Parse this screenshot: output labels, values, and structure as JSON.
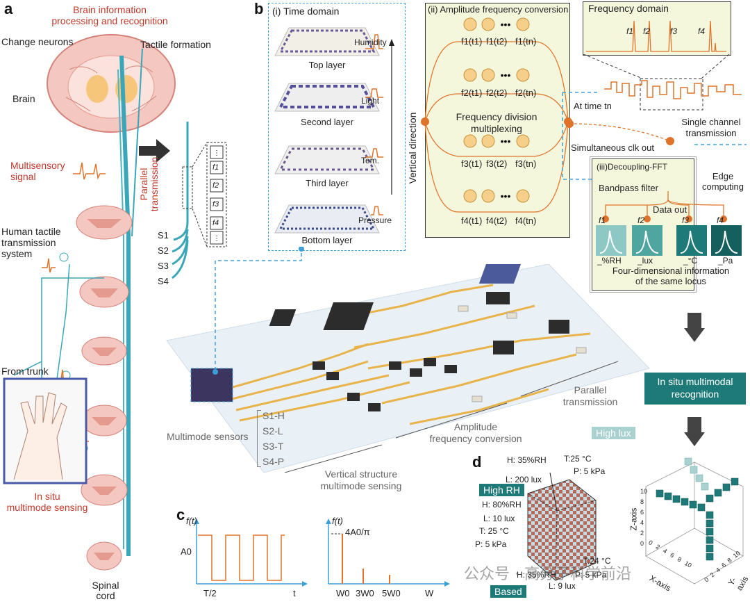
{
  "panel_a": {
    "label": "a",
    "brain_title": "Brain information\nprocessing and recognition",
    "change_neurons": "Change neurons",
    "tactile_formation": "Tactile formation",
    "brain": "Brain",
    "multisensory_signal": "Multisensory\nsignal",
    "parallel_transmission": "Parallel\ntransmission",
    "human_tactile": "Human tactile\ntransmission\nsystem",
    "from_trunk": "From trunk",
    "in_situ_sensing": "In situ\nmultimode sensing",
    "spinal_cord": "Spinal\ncord",
    "signals": [
      "S1",
      "S2",
      "S3",
      "S4"
    ],
    "freq_boxes": [
      "f1",
      "f2",
      "f3",
      "f4"
    ]
  },
  "panel_b": {
    "label": "b",
    "time_domain": "(i) Time domain",
    "layers": [
      {
        "name": "Top layer",
        "sensor": "Humidity"
      },
      {
        "name": "Second layer",
        "sensor": "Light"
      },
      {
        "name": "Third layer",
        "sensor": "Tem."
      },
      {
        "name": "Bottom layer",
        "sensor": "Pressure"
      }
    ],
    "vertical_direction": "Vertical direction",
    "amplitude_freq_conv": "(ii) Amplitude frequency conversion",
    "fdm": "Frequency division\nmultiplexing",
    "freq_rows": [
      [
        "f1(t1)",
        "f1(t2)",
        "f1(tn)"
      ],
      [
        "f2(t1)",
        "f2(t2)",
        "f2(tn)"
      ],
      [
        "f3(t1)",
        "f3(t2)",
        "f3(tn)"
      ],
      [
        "f4(t1)",
        "f4(t2)",
        "f4(tn)"
      ]
    ],
    "frequency_domain": "Frequency domain",
    "freq_peaks": [
      "f1",
      "f2",
      "f3",
      "f4"
    ],
    "at_time": "At time tn",
    "single_channel": "Single channel\ntransmission",
    "clk_out": "Simultaneous clk out",
    "decoupling": "(iii)Decoupling-FFT",
    "edge_computing": "Edge\ncomputing",
    "bandpass": "Bandpass filter",
    "data_out": "Data out",
    "filter_labels": [
      "f1",
      "f2",
      "f3",
      "f4"
    ],
    "units": [
      "_%RH",
      "_lux",
      "_°C",
      "_Pa"
    ],
    "four_dim": "Four-dimensional information\nof the same locus",
    "multimode_sensors": "Multimode sensors",
    "sensor_signals": [
      "S1-H",
      "S2-L",
      "S3-T",
      "S4-P"
    ],
    "vertical_structure": "Vertical structure\nmultimode sensing",
    "amp_freq_conversion": "Amplitude\nfrequency conversion",
    "parallel_transmission": "Parallel\ntransmission",
    "in_situ_recognition": "In situ multimodal\nrecognition"
  },
  "panel_c": {
    "label": "c",
    "left_ylabel": "f(t)",
    "left_amp": "A0",
    "left_xtick": "T/2",
    "left_xlabel": "t",
    "right_ylabel": "f(t)",
    "right_amp": "4A0/π",
    "right_xticks": [
      "W0",
      "3W0",
      "5W0"
    ],
    "right_xlabel": "W"
  },
  "panel_d": {
    "label": "d",
    "high_lux": "High lux",
    "high_rh": "High RH",
    "based": "Based",
    "high_lux_values": [
      "H: 35%RH",
      "T:25 °C",
      "L: 200 lux",
      "P: 5 kPa"
    ],
    "high_rh_values": [
      "H: 80%RH",
      "L: 10 lux",
      "T: 25 °C",
      "P: 5 kPa"
    ],
    "based_values": [
      "T:24 °C",
      "H: 35%RH",
      "P: 5 kPa",
      "L: 9 lux"
    ],
    "axis_z": "Z-axis",
    "axis_x": "X-axis",
    "axis_y": "Y-axis",
    "z_ticks": [
      "10",
      "8",
      "6",
      "4",
      "2",
      "0"
    ],
    "x_ticks": [
      "0",
      "2",
      "4",
      "6",
      "8",
      "10"
    ],
    "y_ticks": [
      "0",
      "2",
      "4",
      "6",
      "8",
      "10"
    ]
  },
  "watermark": "公众号 · 高分子科学前沿",
  "colors": {
    "teal": "#1e7a78",
    "orange": "#e0732a",
    "red_text": "#c0392b",
    "dash_blue": "#3ca0d8",
    "pale_yellow": "#f4f7dc"
  }
}
